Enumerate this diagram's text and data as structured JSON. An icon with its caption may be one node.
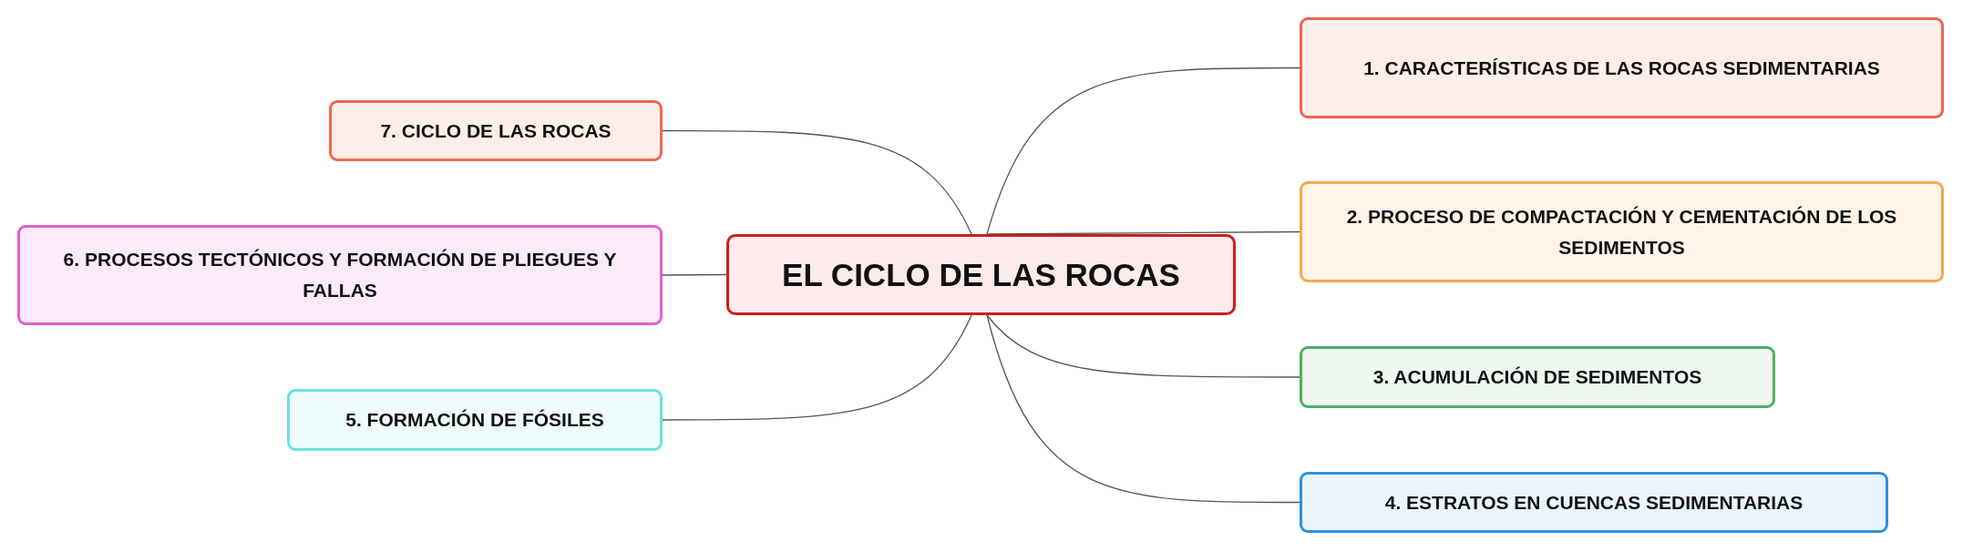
{
  "diagram": {
    "nodes": [
      {
        "text": [
          "EL CICLO DE LAS ROCAS"
        ]
      },
      {
        "text": [
          "1. CARACTERÍSTICAS DE LAS ROCAS SEDIMENTARIAS"
        ]
      },
      {
        "text": [
          "2. PROCESO DE COMPACTACIÓN Y CEMENTACIÓN DE LOS SEDIMENTOS"
        ]
      },
      {
        "text": [
          "3. ACUMULACIÓN DE SEDIMENTOS"
        ]
      },
      {
        "text": [
          "4. ESTRATOS EN CUENCAS SEDIMENTARIAS"
        ]
      },
      {
        "text": [
          "5. FORMACIÓN DE FÓSILES"
        ]
      },
      {
        "text": [
          "6. PROCESOS TECTÓNICOS Y FORMACIÓN DE PLIEGUES Y FALLAS"
        ]
      },
      {
        "text": [
          "7. CICLO DE LAS ROCAS"
        ]
      }
    ],
    "edges": [
      {
        "from": 0,
        "to": 1,
        "arrow": "none"
      },
      {
        "from": 0,
        "to": 2,
        "arrow": "none"
      },
      {
        "from": 0,
        "to": 3,
        "arrow": "none"
      },
      {
        "from": 0,
        "to": 4,
        "arrow": "none"
      },
      {
        "from": 0,
        "to": 5,
        "arrow": "none"
      },
      {
        "from": 0,
        "to": 6,
        "arrow": "none"
      },
      {
        "from": 0,
        "to": 7,
        "arrow": "none"
      }
    ]
  }
}
